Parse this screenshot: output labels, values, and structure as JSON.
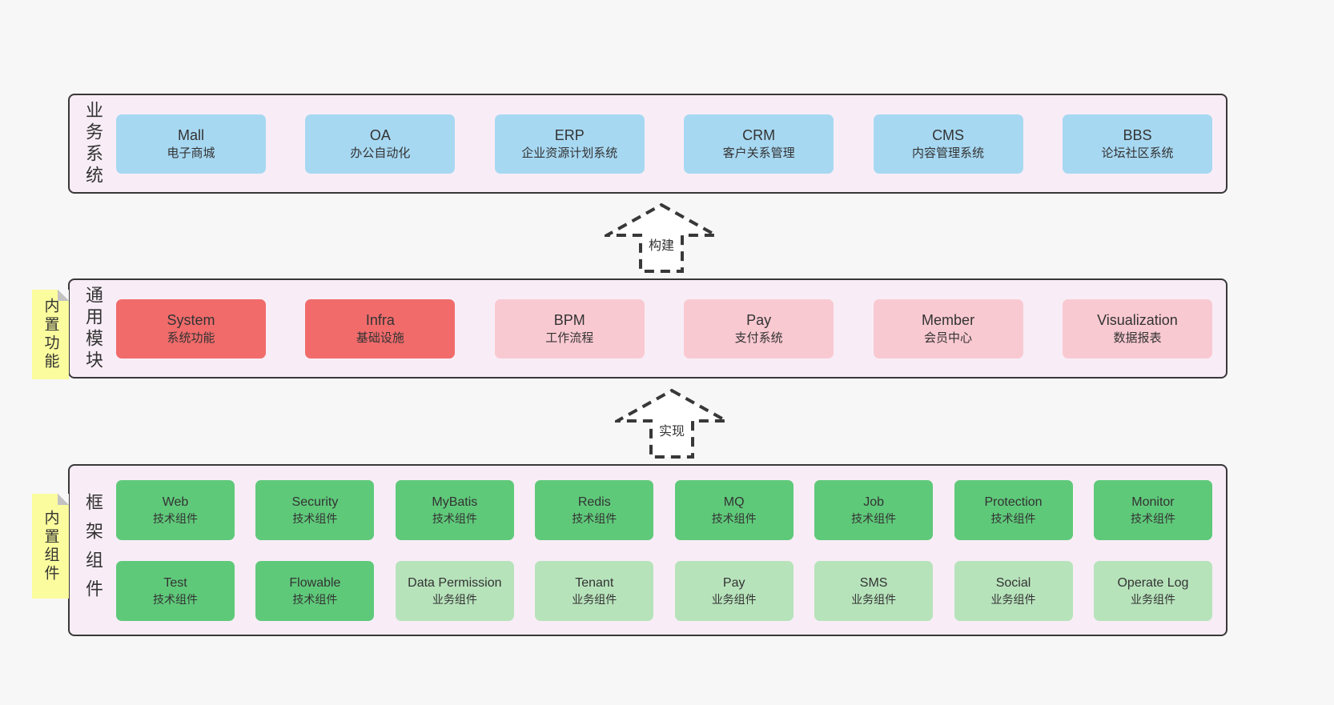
{
  "colors": {
    "page_bg": "#f7f7f7",
    "band_bg": "#f8edf6",
    "line": "#383838",
    "text": "#333333",
    "box_blue": "#a7d8f2",
    "box_red": "#f16b6b",
    "box_pink": "#f9c9d1",
    "box_green": "#5fc97a",
    "box_light_green": "#b7e3bb",
    "note_yellow": "#fbfc9e",
    "note_fold": "#c2c2c2"
  },
  "arrows": [
    {
      "label": "构建"
    },
    {
      "label": "实现"
    }
  ],
  "bands": [
    {
      "label": "业务系统",
      "boxes": [
        {
          "name": "Mall",
          "desc": "电子商城"
        },
        {
          "name": "OA",
          "desc": "办公自动化"
        },
        {
          "name": "ERP",
          "desc": "企业资源计划系统"
        },
        {
          "name": "CRM",
          "desc": "客户关系管理"
        },
        {
          "name": "CMS",
          "desc": "内容管理系统"
        },
        {
          "name": "BBS",
          "desc": "论坛社区系统"
        }
      ]
    },
    {
      "label": "通用模块",
      "note": "内置功能",
      "boxes": [
        {
          "name": "System",
          "desc": "系统功能"
        },
        {
          "name": "Infra",
          "desc": "基础设施"
        },
        {
          "name": "BPM",
          "desc": "工作流程"
        },
        {
          "name": "Pay",
          "desc": "支付系统"
        },
        {
          "name": "Member",
          "desc": "会员中心"
        },
        {
          "name": "Visualization",
          "desc": "数据报表"
        }
      ]
    },
    {
      "label": "框架组件",
      "note": "内置组件",
      "rows": [
        [
          {
            "name": "Web",
            "desc": "技术组件"
          },
          {
            "name": "Security",
            "desc": "技术组件"
          },
          {
            "name": "MyBatis",
            "desc": "技术组件"
          },
          {
            "name": "Redis",
            "desc": "技术组件"
          },
          {
            "name": "MQ",
            "desc": "技术组件"
          },
          {
            "name": "Job",
            "desc": "技术组件"
          },
          {
            "name": "Protection",
            "desc": "技术组件"
          },
          {
            "name": "Monitor",
            "desc": "技术组件"
          }
        ],
        [
          {
            "name": "Test",
            "desc": "技术组件"
          },
          {
            "name": "Flowable",
            "desc": "技术组件"
          },
          {
            "name": "Data Permission",
            "desc": "业务组件"
          },
          {
            "name": "Tenant",
            "desc": "业务组件"
          },
          {
            "name": "Pay",
            "desc": "业务组件"
          },
          {
            "name": "SMS",
            "desc": "业务组件"
          },
          {
            "name": "Social",
            "desc": "业务组件"
          },
          {
            "name": "Operate Log",
            "desc": "业务组件"
          }
        ]
      ]
    }
  ]
}
